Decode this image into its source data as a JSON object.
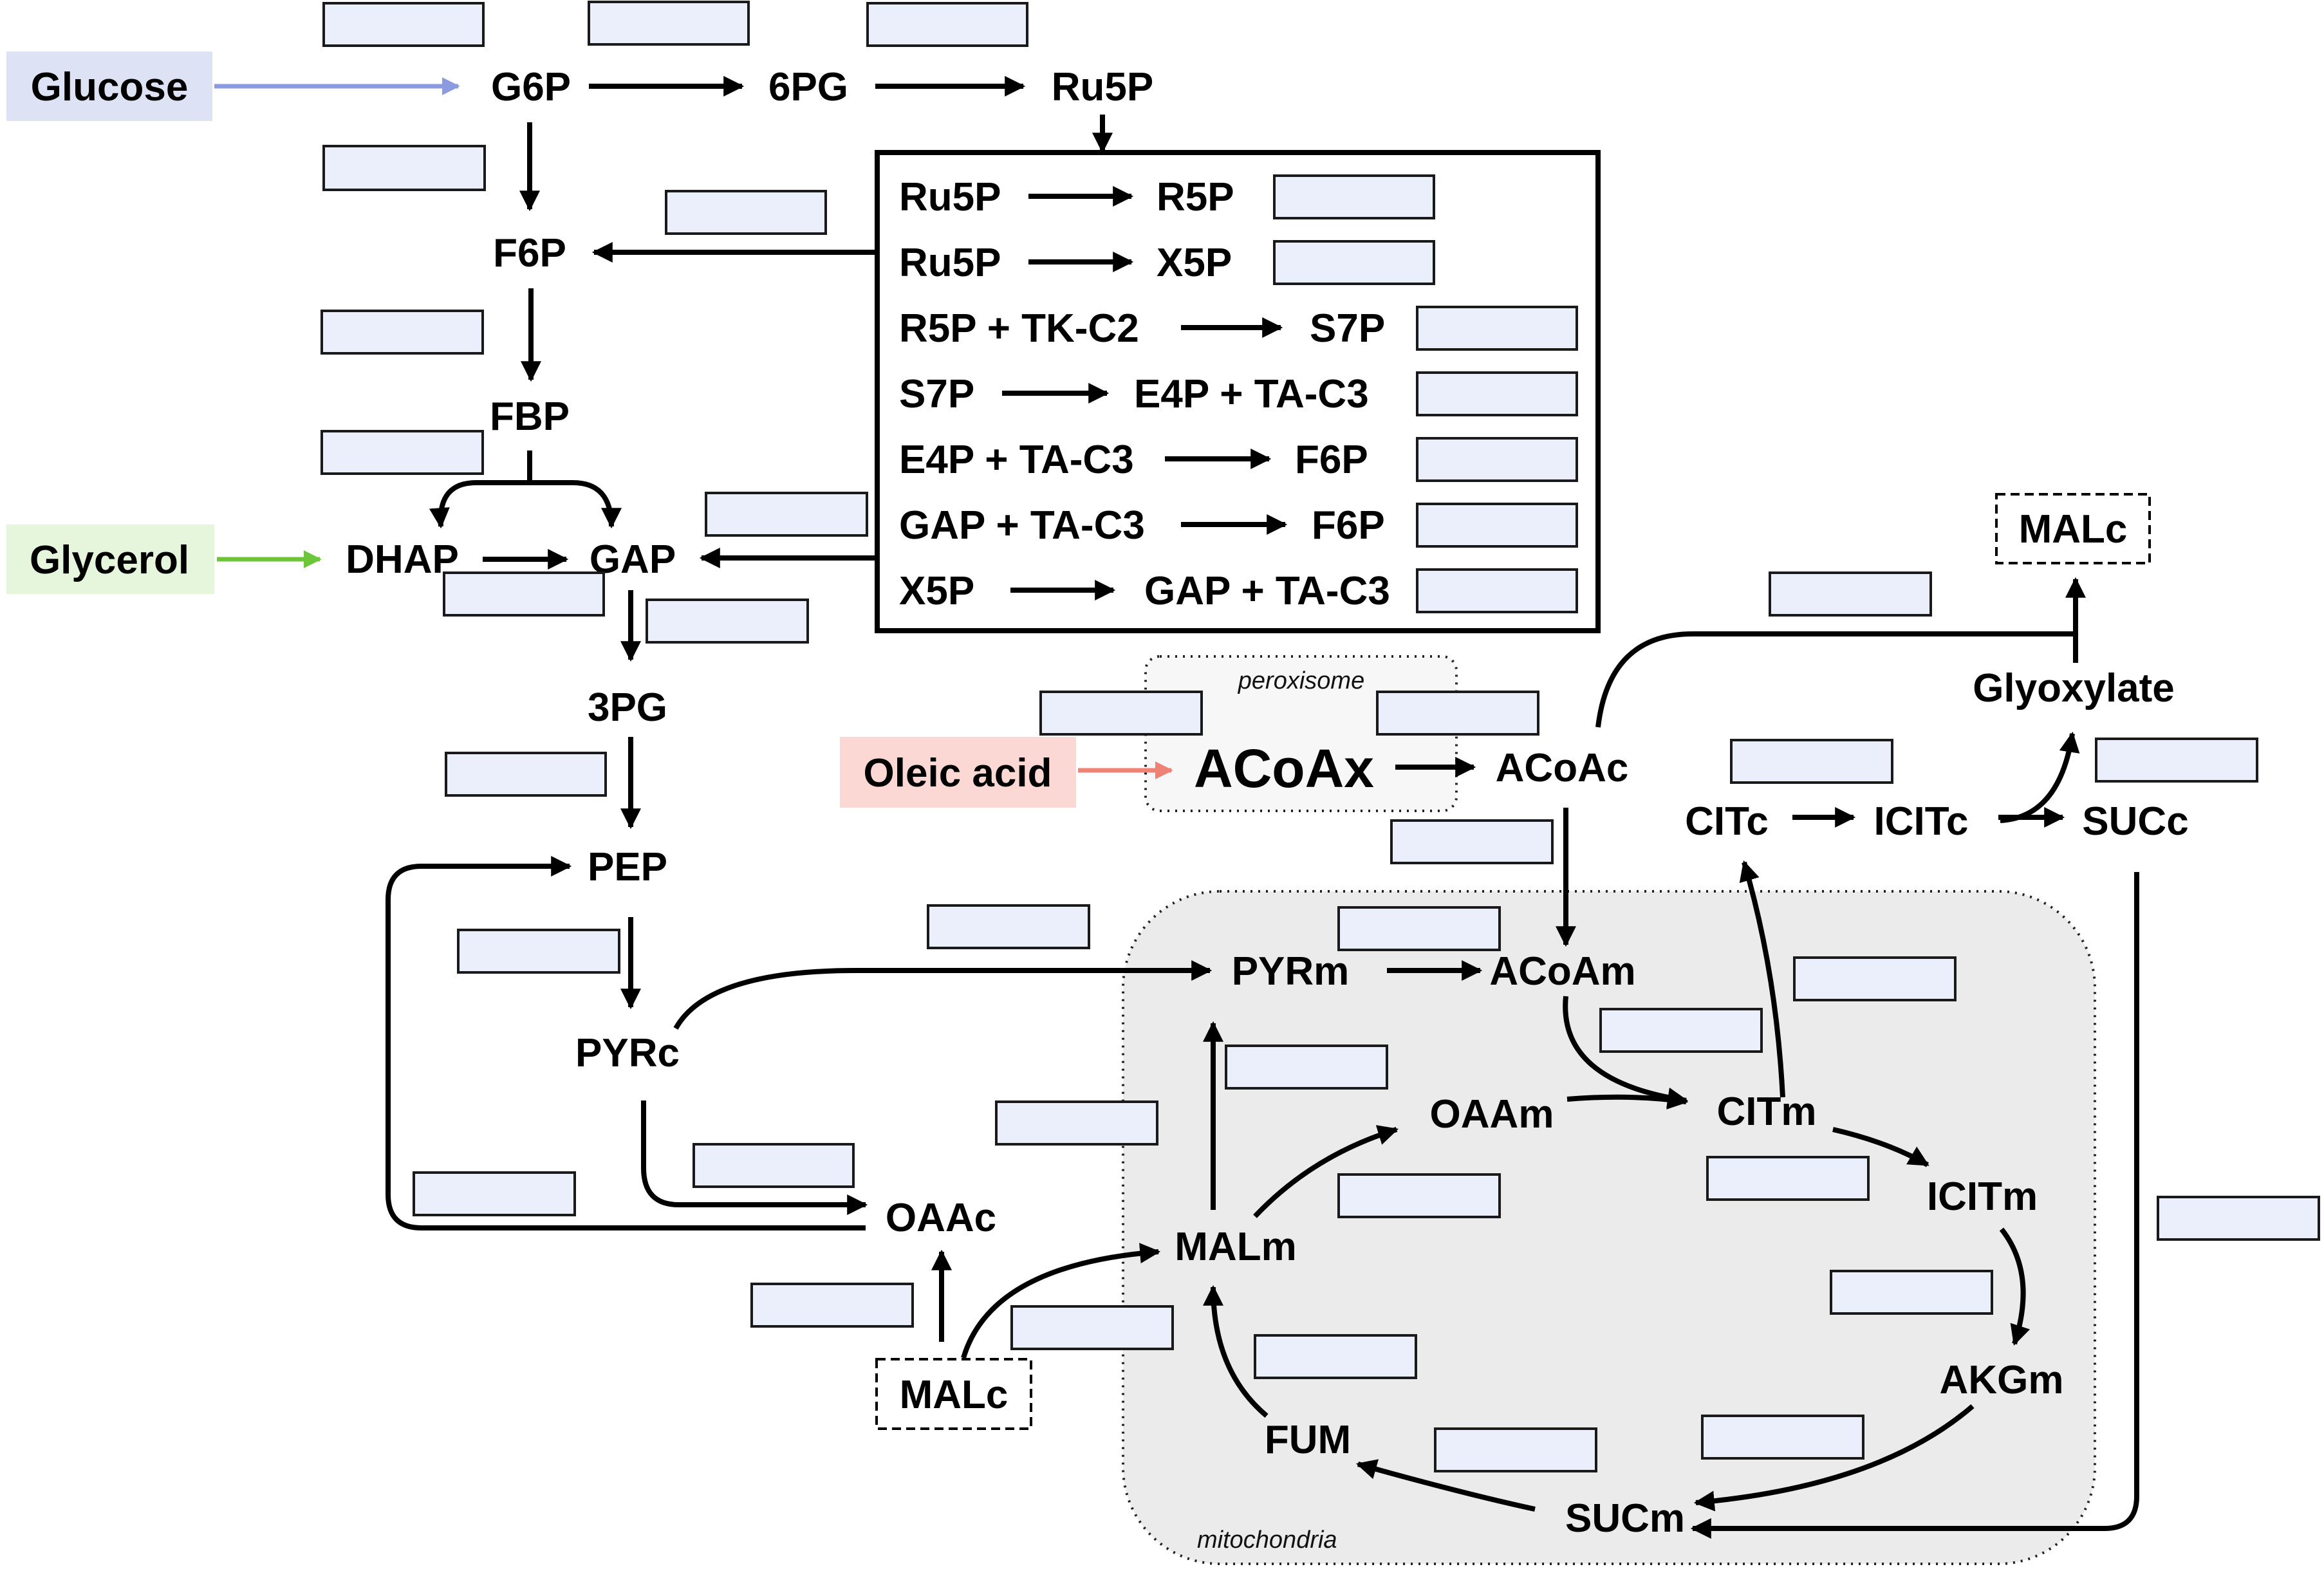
{
  "sources": {
    "glucose": "Glucose",
    "glycerol": "Glycerol",
    "oleic_acid": "Oleic acid"
  },
  "compartments": {
    "peroxisome": "peroxisome",
    "mitochondria": "mitochondria"
  },
  "metabolites": {
    "g6p": "G6P",
    "pg6": "6PG",
    "ru5p": "Ru5P",
    "f6p": "F6P",
    "fbp": "FBP",
    "dhap": "DHAP",
    "gap": "GAP",
    "pg3": "3PG",
    "pep": "PEP",
    "pyrc": "PYRc",
    "oaac": "OAAc",
    "malc_bottom": "MALc",
    "malc_top": "MALc",
    "acoax": "ACoAx",
    "acoac": "ACoAc",
    "glyoxylate": "Glyoxylate",
    "citc": "CITc",
    "icitc": "ICITc",
    "succ": "SUCc",
    "pyrm": "PYRm",
    "acoam": "ACoAm",
    "oaam": "OAAm",
    "citm": "CITm",
    "icitm": "ICITm",
    "akgm": "AKGm",
    "sucm": "SUCm",
    "fum": "FUM",
    "malm": "MALm"
  },
  "ppp_reactions": [
    {
      "left": "Ru5P",
      "right": "R5P"
    },
    {
      "left": "Ru5P",
      "right": "X5P"
    },
    {
      "left": "R5P + TK-C2",
      "right": "S7P"
    },
    {
      "left": "S7P",
      "right": "E4P + TA-C3"
    },
    {
      "left": "E4P + TA-C3",
      "right": "F6P"
    },
    {
      "left": "GAP + TA-C3",
      "right": "F6P"
    },
    {
      "left": "X5P",
      "right": "GAP + TA-C3"
    }
  ],
  "colors": {
    "glucose_box": "#dde3f5",
    "glucose_arrow": "#8c9be0",
    "glycerol_box": "#e6f6dd",
    "glycerol_arrow": "#6cc63a",
    "oleic_box": "#fbd8d4",
    "oleic_arrow": "#ef8274",
    "blank_box": "#ebeefb",
    "mitochondria": "#ebebeb",
    "peroxisome": "#f7f7f7"
  }
}
